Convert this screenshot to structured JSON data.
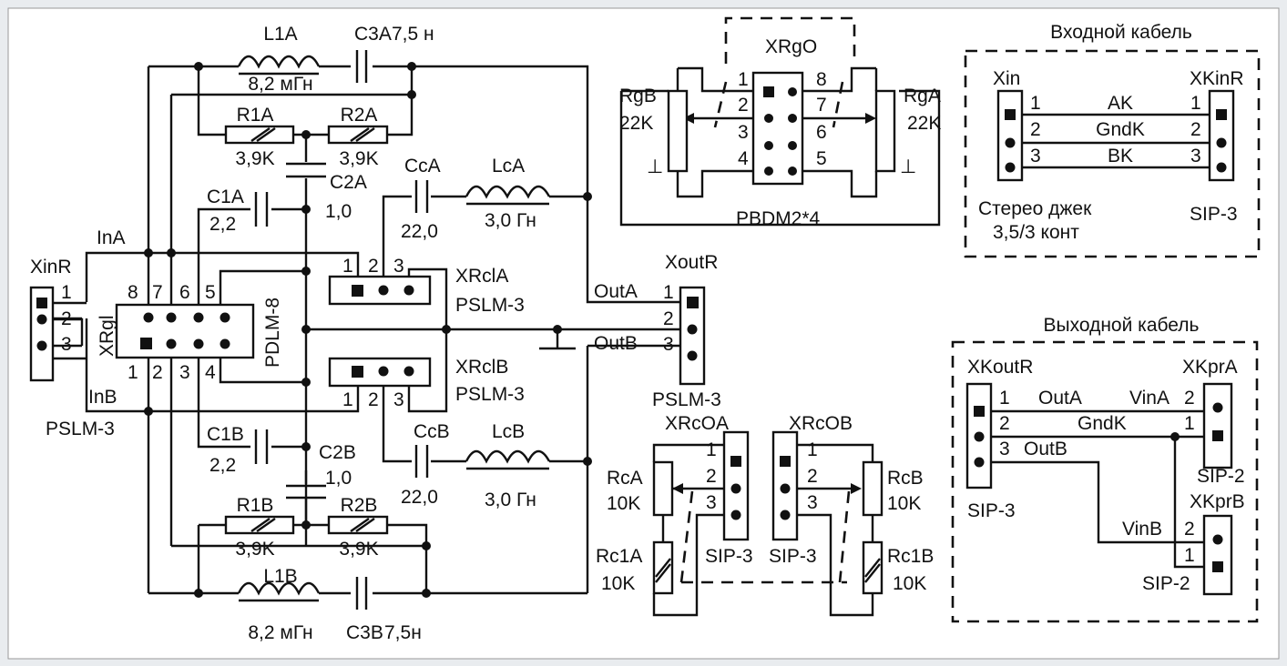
{
  "colors": {
    "background": "#e9ecef",
    "panel": "#ffffff",
    "ink": "#111111"
  },
  "components": {
    "L1A": {
      "ref": "L1A",
      "value": "8,2 мГн"
    },
    "C3A": {
      "ref": "C3A",
      "value": "7,5 н"
    },
    "R1A": {
      "ref": "R1A",
      "value": "3,9K"
    },
    "R2A": {
      "ref": "R2A",
      "value": "3,9K"
    },
    "C2A": {
      "ref": "C2A",
      "value": "1,0"
    },
    "C1A": {
      "ref": "C1A",
      "value": "2,2"
    },
    "CcA": {
      "ref": "CcA",
      "value": "22,0"
    },
    "LcA": {
      "ref": "LcA",
      "value": "3,0 Гн"
    },
    "L1B": {
      "ref": "L1B",
      "value": "8,2 мГн"
    },
    "C3B": {
      "ref": "C3B",
      "value": "7,5н"
    },
    "R1B": {
      "ref": "R1B",
      "value": "3,9K"
    },
    "R2B": {
      "ref": "R2B",
      "value": "3,9K"
    },
    "C2B": {
      "ref": "C2B",
      "value": "1,0"
    },
    "C1B": {
      "ref": "C1B",
      "value": "2,2"
    },
    "CcB": {
      "ref": "CcB",
      "value": "22,0"
    },
    "LcB": {
      "ref": "LcB",
      "value": "3,0 Гн"
    },
    "RgB": {
      "ref": "RgB",
      "value": "22K"
    },
    "RgA": {
      "ref": "RgA",
      "value": "22K"
    },
    "RcA": {
      "ref": "RcA",
      "value": "10K"
    },
    "Rc1A": {
      "ref": "Rc1A",
      "value": "10K"
    },
    "RcB": {
      "ref": "RcB",
      "value": "10K"
    },
    "Rc1B": {
      "ref": "Rc1B",
      "value": "10K"
    }
  },
  "connectors": {
    "XinR": {
      "ref": "XinR",
      "type": "PSLM-3",
      "pins": [
        "1",
        "2",
        "3"
      ]
    },
    "XRgl": {
      "ref": "XRgl",
      "type": "PDLM-8",
      "top_pins": [
        "8",
        "7",
        "6",
        "5"
      ],
      "bottom_pins": [
        "1",
        "2",
        "3",
        "4"
      ]
    },
    "XRclA": {
      "ref": "XRclA",
      "type": "PSLM-3",
      "pins": [
        "1",
        "2",
        "3"
      ]
    },
    "XRclB": {
      "ref": "XRclB",
      "type": "PSLM-3",
      "pins": [
        "1",
        "2",
        "3"
      ]
    },
    "XoutR": {
      "ref": "XoutR",
      "type": "PSLM-3",
      "pins": [
        "1",
        "2",
        "3"
      ]
    },
    "XRgO": {
      "ref": "XRgO",
      "type": "PBDM2*4",
      "left_pins": [
        "1",
        "2",
        "3",
        "4"
      ],
      "right_pins": [
        "8",
        "7",
        "6",
        "5"
      ]
    },
    "XRcOA": {
      "ref": "XRcOA",
      "type": "SIP-3",
      "pins": [
        "1",
        "2",
        "3"
      ]
    },
    "XRcOB": {
      "ref": "XRcOB",
      "type": "SIP-3",
      "pins": [
        "1",
        "2",
        "3"
      ]
    }
  },
  "nets": {
    "InA": "InA",
    "InB": "InB",
    "OutA": "OutA",
    "OutB": "OutB"
  },
  "ground_symbol": "⊥",
  "input_cable": {
    "title": "Входной кабель",
    "left_ref": "Xin",
    "right_ref": "XKinR",
    "left_type": "Стерео джек",
    "left_type_2": "3,5/3 конт",
    "right_type": "SIP-3",
    "wires": [
      {
        "left_pin": "1",
        "signal": "AK",
        "right_pin": "1"
      },
      {
        "left_pin": "2",
        "signal": "GndK",
        "right_pin": "2"
      },
      {
        "left_pin": "3",
        "signal": "BK",
        "right_pin": "3"
      }
    ]
  },
  "output_cable": {
    "title": "Выходной кабель",
    "src_ref": "XKoutR",
    "src_type": "SIP-3",
    "src_pins": [
      "1",
      "2",
      "3"
    ],
    "src_signals": [
      "OutA",
      "GndK",
      "OutB"
    ],
    "dst_a_ref": "XKprA",
    "dst_a_type": "SIP-2",
    "dst_a_signal": "VinA",
    "dst_a_pins": [
      "2",
      "1"
    ],
    "dst_b_ref": "XKprB",
    "dst_b_type": "SIP-2",
    "dst_b_signal": "VinB",
    "dst_b_pins": [
      "2",
      "1"
    ]
  }
}
